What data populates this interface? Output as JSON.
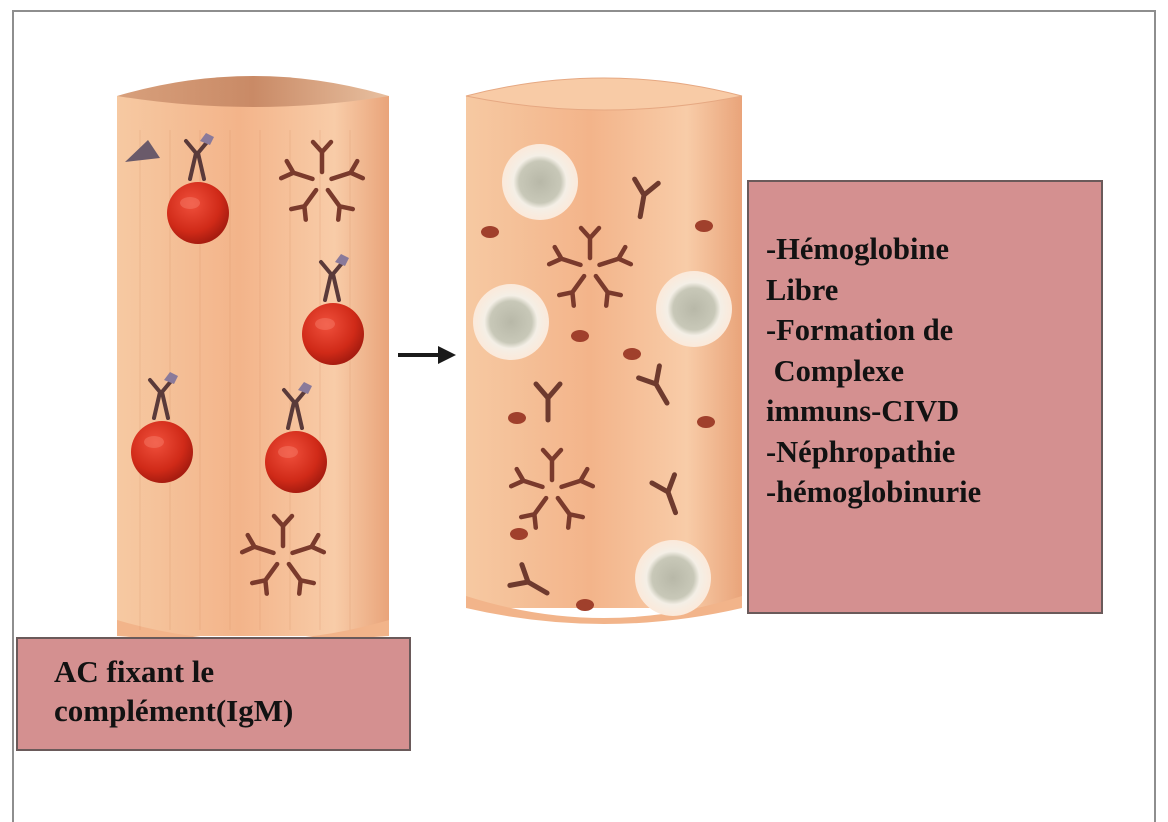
{
  "left_label": {
    "lines": [
      "AC fixant le",
      "complément(IgM)"
    ]
  },
  "right_label": {
    "lines": [
      "-Hémoglobine",
      "Libre",
      "-Formation de",
      " Complexe",
      "immuns-CIVD",
      "-Néphropathie",
      "-hémoglobinurie"
    ]
  },
  "colors": {
    "tube": "#f2b48a",
    "label_box": "#d49090",
    "cell": "#d8321e",
    "antibody": "#6e3a2e",
    "arrow": "#1a1a1a"
  },
  "icons": [
    "red-blood-cell-icon",
    "antibody-icon",
    "igm-pentamer-icon",
    "platelet-icon",
    "white-cell-icon",
    "arrow-right-icon"
  ]
}
